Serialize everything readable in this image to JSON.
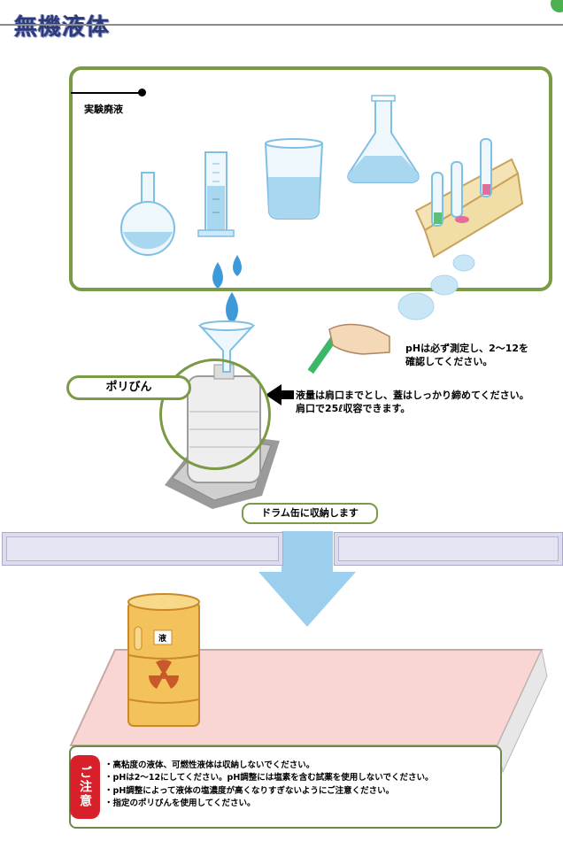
{
  "title": "無機液体",
  "lab_waste_label": "実験廃液",
  "ph_note": [
    "pHは必ず測定し、2〜12を",
    "確認してください。"
  ],
  "polybottle_label": "ポリびん",
  "fill_note": [
    "液量は肩口までとし、蓋はしっかり締めてください。",
    "肩口で25ℓ収容できます。"
  ],
  "drum_label": "ドラム缶に収納します",
  "drum_char": "液",
  "caution_badge": "ご注意",
  "cautions": [
    "高粘度の液体、可燃性液体は収納しないでください。",
    "pHは2〜12にしてください。pH調整には塩素を含む試薬を使用しないでください。",
    "pH調整によって液体の塩濃度が高くなりすぎないようにご注意ください。",
    "指定のポリびんを使用してください。"
  ],
  "colors": {
    "frame_green": "#7a9a46",
    "water_blue": "#9fd0ee",
    "arrow_blue": "#9ccfee",
    "title_navy": "#2c3a78",
    "caution_red": "#d8202a",
    "drum_yellow": "#f3c25a",
    "platform_pink": "#f9d6d3"
  },
  "icons": [
    "lab-waste-pointer",
    "round-flask-icon",
    "graduated-cylinder-icon",
    "beaker-icon",
    "erlenmeyer-flask-icon",
    "test-tube-rack-icon",
    "water-drop-icon",
    "funnel-icon",
    "polybottle-icon",
    "hand-ph-strip-icon",
    "arrow-left-icon",
    "down-arrow-icon",
    "drum-icon",
    "radiation-icon"
  ]
}
